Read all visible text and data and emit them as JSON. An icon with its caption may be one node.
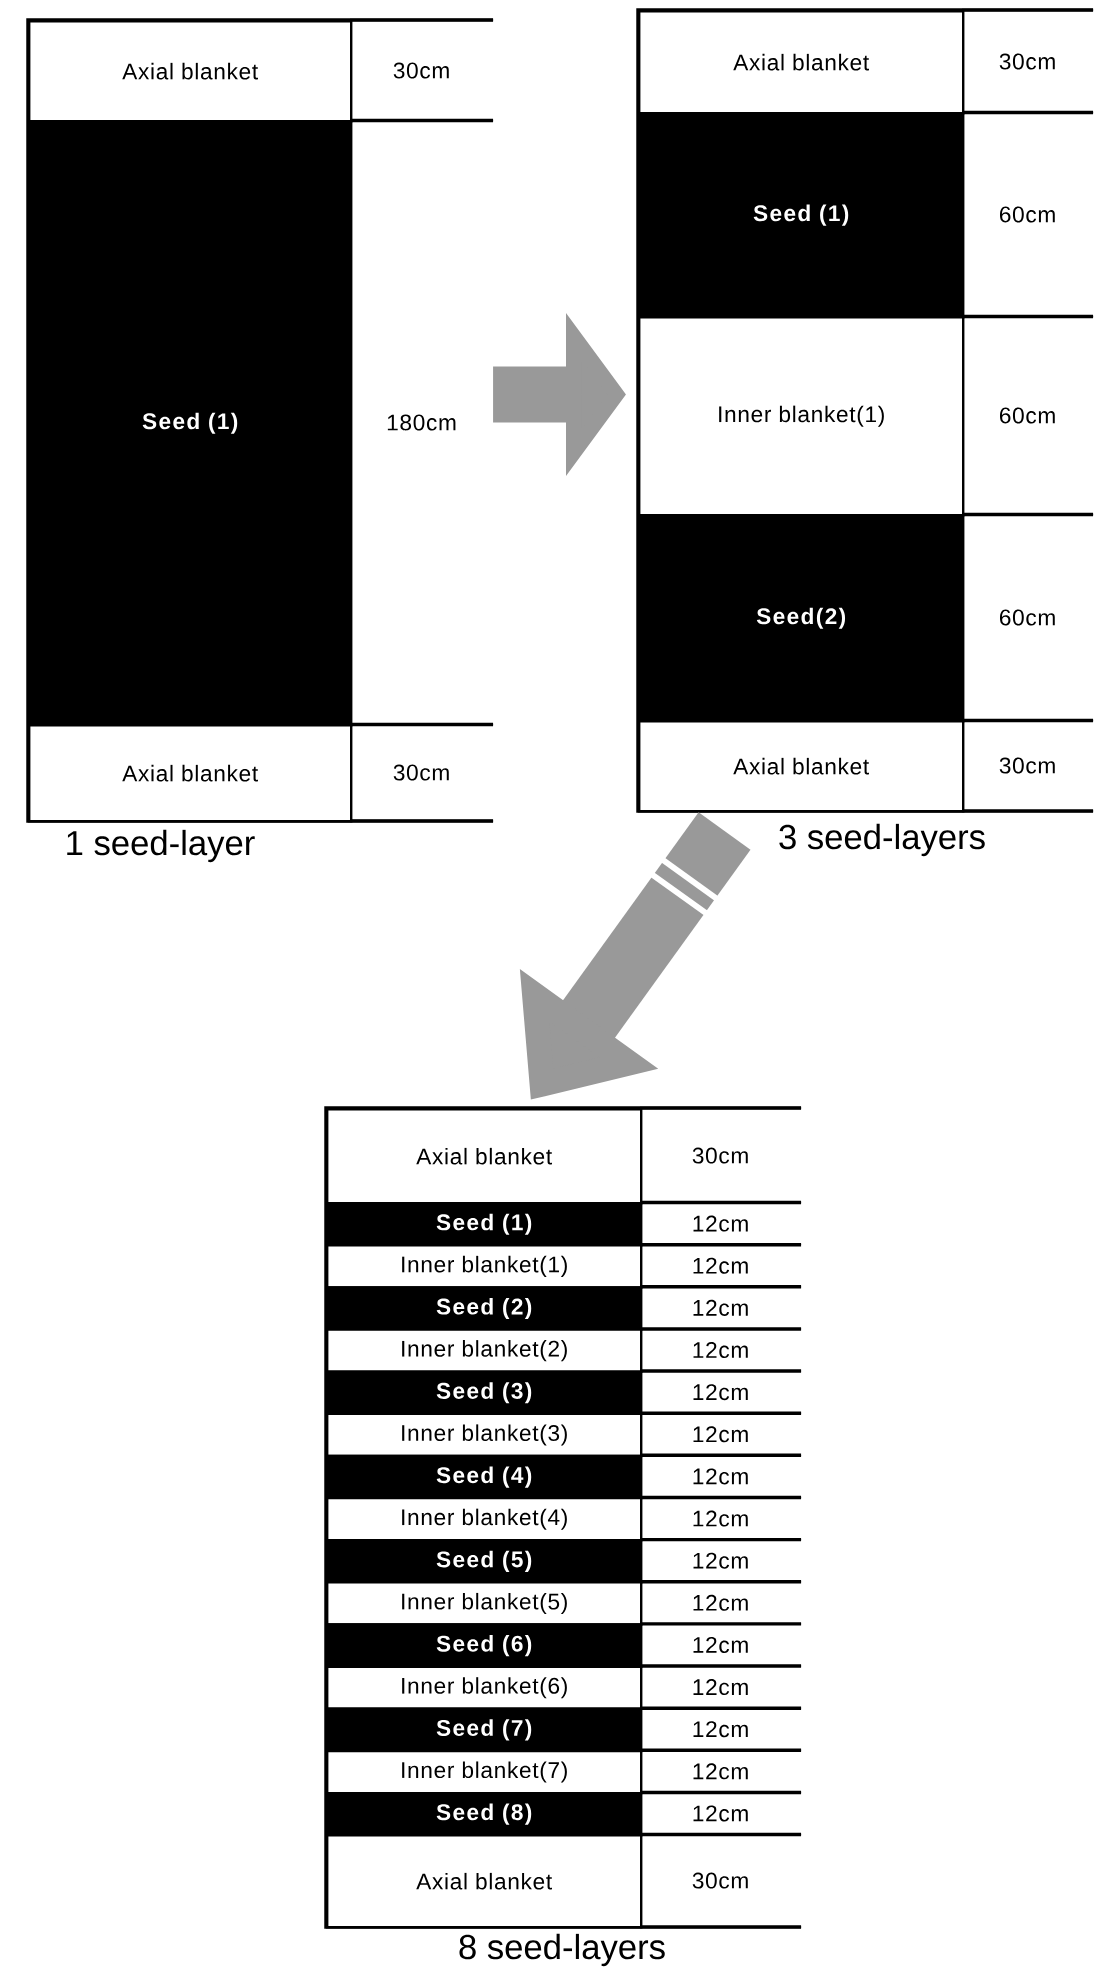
{
  "diagram": {
    "nodes": [
      {
        "text": [
          "1 seed-layer"
        ]
      },
      {
        "text": [
          "Axial blanket"
        ],
        "in": 0
      },
      {
        "text": [
          "30cm"
        ],
        "in": 0
      },
      {
        "text": [
          "Seed (1)"
        ],
        "in": 0
      },
      {
        "text": [
          "180cm"
        ],
        "in": 0
      },
      {
        "text": [
          "Axial blanket"
        ],
        "in": 0
      },
      {
        "text": [
          "30cm"
        ],
        "in": 0
      },
      {
        "text": [
          "3 seed-layers"
        ]
      },
      {
        "text": [
          "Axial blanket"
        ],
        "in": 7
      },
      {
        "text": [
          "30cm"
        ],
        "in": 7
      },
      {
        "text": [
          "Seed (1)"
        ],
        "in": 7
      },
      {
        "text": [
          "60cm"
        ],
        "in": 7
      },
      {
        "text": [
          "Inner blanket(1)"
        ],
        "in": 7
      },
      {
        "text": [
          "60cm"
        ],
        "in": 7
      },
      {
        "text": [
          "Seed(2)"
        ],
        "in": 7
      },
      {
        "text": [
          "60cm"
        ],
        "in": 7
      },
      {
        "text": [
          "Axial blanket"
        ],
        "in": 7
      },
      {
        "text": [
          "30cm"
        ],
        "in": 7
      },
      {
        "text": [
          "8 seed-layers"
        ]
      },
      {
        "text": [
          "Axial blanket"
        ],
        "in": 18
      },
      {
        "text": [
          "30cm"
        ],
        "in": 18
      },
      {
        "text": [
          "Seed (1)"
        ],
        "in": 18
      },
      {
        "text": [
          "12cm"
        ],
        "in": 18
      },
      {
        "text": [
          "Inner blanket(1)"
        ],
        "in": 18
      },
      {
        "text": [
          "12cm"
        ],
        "in": 18
      },
      {
        "text": [
          "Seed (2)"
        ],
        "in": 18
      },
      {
        "text": [
          "12cm"
        ],
        "in": 18
      },
      {
        "text": [
          "Inner blanket(2)"
        ],
        "in": 18
      },
      {
        "text": [
          "12cm"
        ],
        "in": 18
      },
      {
        "text": [
          "Seed (3)"
        ],
        "in": 18
      },
      {
        "text": [
          "12cm"
        ],
        "in": 18
      },
      {
        "text": [
          "Inner blanket(3)"
        ],
        "in": 18
      },
      {
        "text": [
          "12cm"
        ],
        "in": 18
      },
      {
        "text": [
          "Seed (4)"
        ],
        "in": 18
      },
      {
        "text": [
          "12cm"
        ],
        "in": 18
      },
      {
        "text": [
          "Inner blanket(4)"
        ],
        "in": 18
      },
      {
        "text": [
          "12cm"
        ],
        "in": 18
      },
      {
        "text": [
          "Seed (5)"
        ],
        "in": 18
      },
      {
        "text": [
          "12cm"
        ],
        "in": 18
      },
      {
        "text": [
          "Inner blanket(5)"
        ],
        "in": 18
      },
      {
        "text": [
          "12cm"
        ],
        "in": 18
      },
      {
        "text": [
          "Seed (6)"
        ],
        "in": 18
      },
      {
        "text": [
          "12cm"
        ],
        "in": 18
      },
      {
        "text": [
          "Inner blanket(6)"
        ],
        "in": 18
      },
      {
        "text": [
          "12cm"
        ],
        "in": 18
      },
      {
        "text": [
          "Seed (7)"
        ],
        "in": 18
      },
      {
        "text": [
          "12cm"
        ],
        "in": 18
      },
      {
        "text": [
          "Inner blanket(7)"
        ],
        "in": 18
      },
      {
        "text": [
          "12cm"
        ],
        "in": 18
      },
      {
        "text": [
          "Seed (8)"
        ],
        "in": 18
      },
      {
        "text": [
          "12cm"
        ],
        "in": 18
      },
      {
        "text": [
          "Axial blanket"
        ],
        "in": 18
      },
      {
        "text": [
          "30cm"
        ],
        "in": 18
      }
    ],
    "edges": [
      {
        "from": 0,
        "to": 7,
        "arrow": "to"
      },
      {
        "from": 7,
        "to": 18,
        "arrow": "to"
      }
    ]
  }
}
